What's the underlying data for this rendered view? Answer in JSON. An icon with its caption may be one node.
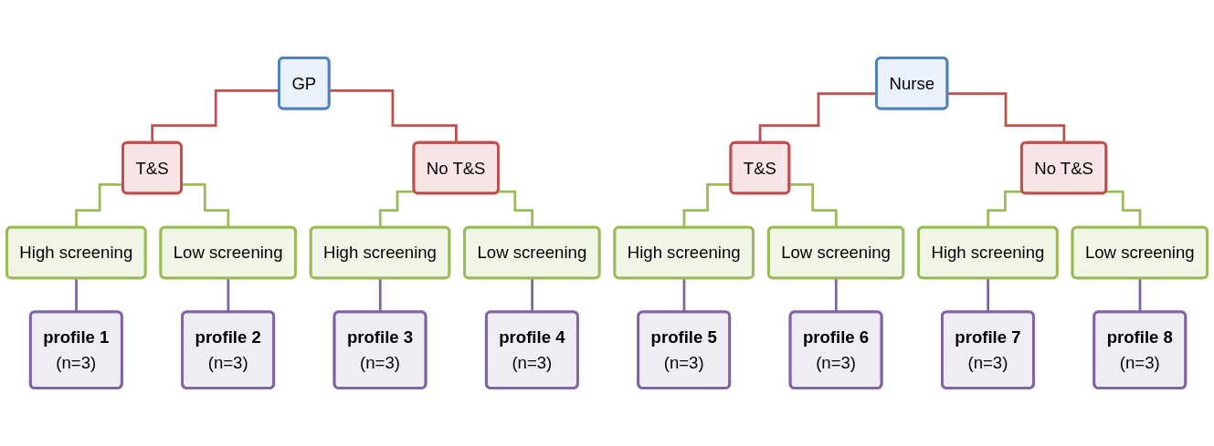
{
  "diagram": {
    "nodes": [
      {
        "text": [
          "GP"
        ]
      },
      {
        "text": [
          "Nurse"
        ]
      },
      {
        "text": [
          "T&S"
        ]
      },
      {
        "text": [
          "No T&S"
        ]
      },
      {
        "text": [
          "T&S"
        ]
      },
      {
        "text": [
          "No T&S"
        ]
      },
      {
        "text": [
          "High screening"
        ]
      },
      {
        "text": [
          "Low screening"
        ]
      },
      {
        "text": [
          "High screening"
        ]
      },
      {
        "text": [
          "Low screening"
        ]
      },
      {
        "text": [
          "High screening"
        ]
      },
      {
        "text": [
          "Low screening"
        ]
      },
      {
        "text": [
          "High screening"
        ]
      },
      {
        "text": [
          "Low screening"
        ]
      },
      {
        "text": [
          "profile 1",
          "(n=3)"
        ]
      },
      {
        "text": [
          "profile 2",
          "(n=3)"
        ]
      },
      {
        "text": [
          "profile 3",
          "(n=3)"
        ]
      },
      {
        "text": [
          "profile 4",
          "(n=3)"
        ]
      },
      {
        "text": [
          "profile 5",
          "(n=3)"
        ]
      },
      {
        "text": [
          "profile 6",
          "(n=3)"
        ]
      },
      {
        "text": [
          "profile 7",
          "(n=3)"
        ]
      },
      {
        "text": [
          "profile 8",
          "(n=3)"
        ]
      }
    ],
    "edges": [
      {
        "from": 0,
        "to": 2,
        "arrow": "none",
        "color": "#c0504d"
      },
      {
        "from": 0,
        "to": 3,
        "arrow": "none",
        "color": "#c0504d"
      },
      {
        "from": 1,
        "to": 4,
        "arrow": "none",
        "color": "#c0504d"
      },
      {
        "from": 1,
        "to": 5,
        "arrow": "none",
        "color": "#c0504d"
      },
      {
        "from": 2,
        "to": 6,
        "arrow": "none",
        "color": "#9bbb59"
      },
      {
        "from": 2,
        "to": 7,
        "arrow": "none",
        "color": "#9bbb59"
      },
      {
        "from": 3,
        "to": 8,
        "arrow": "none",
        "color": "#9bbb59"
      },
      {
        "from": 3,
        "to": 9,
        "arrow": "none",
        "color": "#9bbb59"
      },
      {
        "from": 4,
        "to": 10,
        "arrow": "none",
        "color": "#9bbb59"
      },
      {
        "from": 4,
        "to": 11,
        "arrow": "none",
        "color": "#9bbb59"
      },
      {
        "from": 5,
        "to": 12,
        "arrow": "none",
        "color": "#9bbb59"
      },
      {
        "from": 5,
        "to": 13,
        "arrow": "none",
        "color": "#9bbb59"
      },
      {
        "from": 6,
        "to": 14,
        "arrow": "none",
        "color": "#8064a2"
      },
      {
        "from": 7,
        "to": 15,
        "arrow": "none",
        "color": "#8064a2"
      },
      {
        "from": 8,
        "to": 16,
        "arrow": "none",
        "color": "#8064a2"
      },
      {
        "from": 9,
        "to": 17,
        "arrow": "none",
        "color": "#8064a2"
      },
      {
        "from": 10,
        "to": 18,
        "arrow": "none",
        "color": "#8064a2"
      },
      {
        "from": 11,
        "to": 19,
        "arrow": "none",
        "color": "#8064a2"
      },
      {
        "from": 12,
        "to": 20,
        "arrow": "none",
        "color": "#8064a2"
      },
      {
        "from": 13,
        "to": 21,
        "arrow": "none",
        "color": "#8064a2"
      }
    ]
  }
}
